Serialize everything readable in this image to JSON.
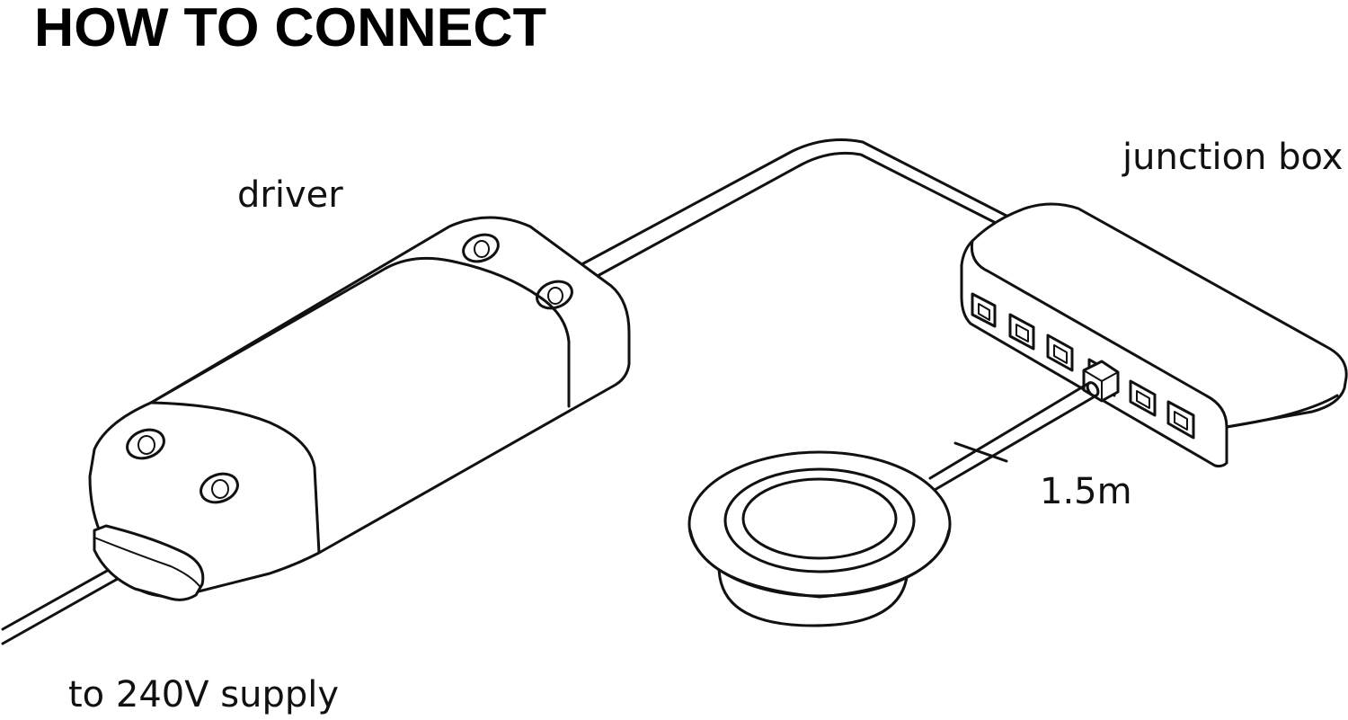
{
  "title": "HOW TO CONNECT",
  "labels": {
    "driver": "driver",
    "junction_box": "junction box",
    "cable_length": "1.5m",
    "supply": "to 240V supply"
  },
  "colors": {
    "line": "#111111",
    "background": "#ffffff"
  }
}
